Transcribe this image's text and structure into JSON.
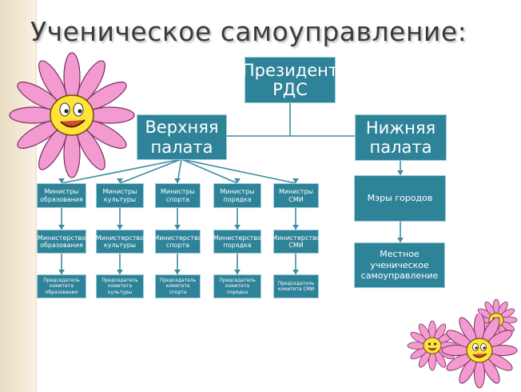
{
  "title": "Ученическое самоуправление:",
  "president": "Президент РДС",
  "upper_chamber": "Верхняя палата",
  "lower_chamber": "Нижняя палата",
  "mayors": "Мэры городов",
  "local_government": "Местное ученическое самоуправление",
  "ministers": [
    "Министры образования",
    "Министры культуры",
    "Министры спорта",
    "Министры порядка",
    "Министры СМИ"
  ],
  "ministries": [
    "Министерство образования",
    "Министерство культуры",
    "Министерство спорта",
    "Министерство порядка",
    "Министерство СМИ"
  ],
  "committee_chairs": [
    "Председатель комитета образования",
    "Председатель комитета культуры",
    "Председатель комитета спорта",
    "Председатель комитета порядка",
    "Председатель комитета СМИ"
  ],
  "colors": {
    "box_fill": "#2f8399",
    "box_border": "#9ecfdc",
    "connector": "#3f8ca0",
    "petal": "#f39ad0",
    "flower_center": "#ffe23a"
  }
}
